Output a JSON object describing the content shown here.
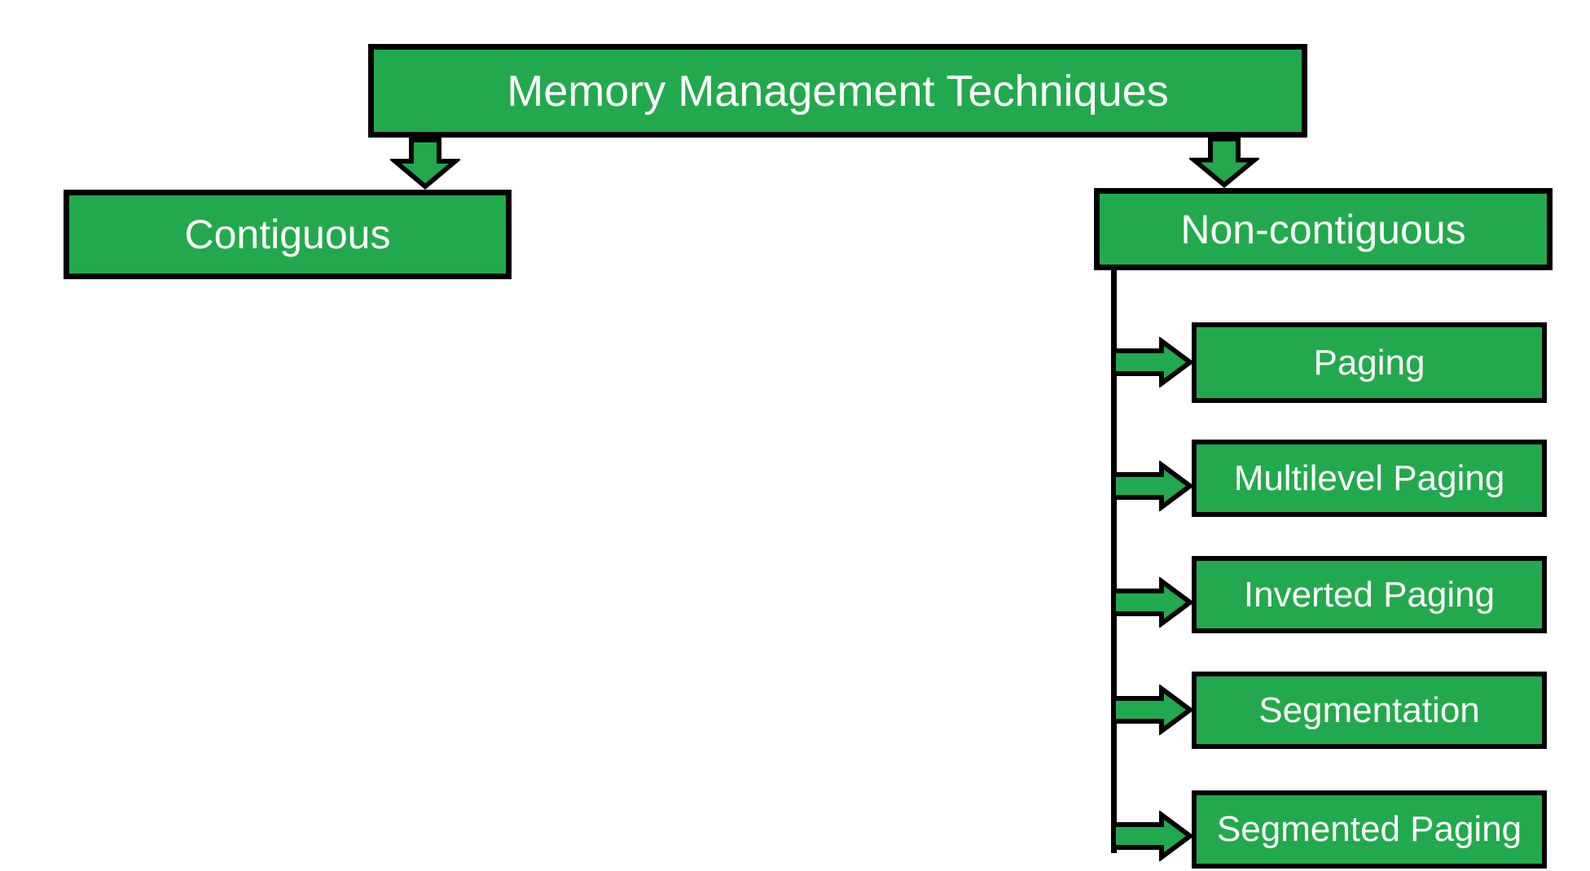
{
  "page": {
    "background": "#ffffff"
  },
  "colors": {
    "box_fill": "#23a94d",
    "box_border": "#000000",
    "box_text": "#ffffff",
    "connector": "#000000"
  },
  "diagram": {
    "title": "Memory Management Techniques",
    "branches": [
      {
        "label": "Contiguous",
        "children": []
      },
      {
        "label": "Non-contiguous",
        "children": [
          "Paging",
          "Multilevel Paging",
          "Inverted Paging",
          "Segmentation",
          "Segmented Paging"
        ]
      }
    ],
    "icons": {
      "branch_connector": "down-arrow",
      "child_connector": "right-arrow"
    }
  }
}
